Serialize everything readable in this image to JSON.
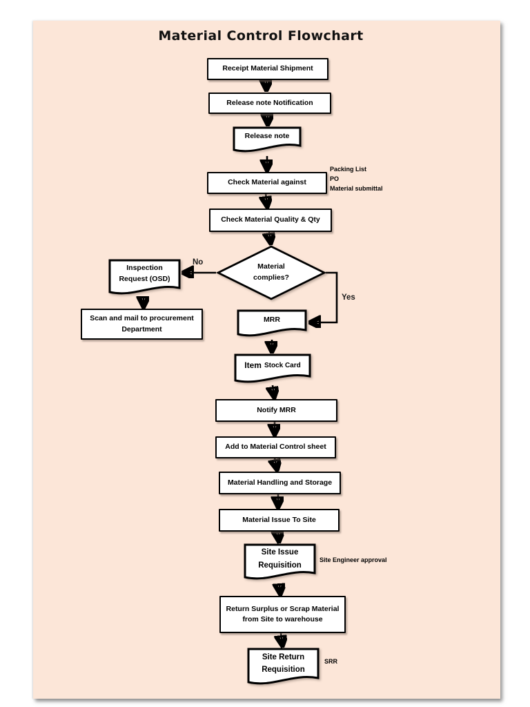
{
  "page": {
    "title": "Material Control Flowchart",
    "colors": {
      "sheet_bg": "#fce6d8",
      "shape_fill": "#ffffff",
      "line": "#000000"
    }
  },
  "nodes": {
    "receipt": {
      "type": "process",
      "label": "Receipt Material Shipment"
    },
    "release_notification": {
      "type": "process",
      "label": "Release note Notification"
    },
    "release_note": {
      "type": "document",
      "label": "Release note"
    },
    "check_against": {
      "type": "process",
      "label": "Check Material against"
    },
    "check_quality": {
      "type": "process",
      "label": "Check Material Quality & Qty"
    },
    "complies": {
      "type": "decision",
      "line1": "Material",
      "line2": "complies?"
    },
    "inspection": {
      "type": "document",
      "line1": "Inspection",
      "line2": "Request (OSD)"
    },
    "scan_mail": {
      "type": "process",
      "line1": "Scan and mail to procurement",
      "line2": "Department"
    },
    "mrr": {
      "type": "document",
      "label": "MRR"
    },
    "item_stock": {
      "type": "document",
      "part1": "Item",
      "part2": "Stock Card"
    },
    "notify": {
      "type": "process",
      "label": "Notify MRR"
    },
    "add_sheet": {
      "type": "process",
      "label": "Add to Material Control sheet"
    },
    "handling": {
      "type": "process",
      "label": "Material Handling and Storage"
    },
    "issue_site": {
      "type": "process",
      "label": "Material Issue To Site"
    },
    "site_issue": {
      "type": "document",
      "line1": "Site Issue",
      "line2": "Requisition"
    },
    "return_surplus": {
      "type": "process",
      "line1": "Return Surplus or Scrap Material",
      "line2": "from Site to warehouse"
    },
    "site_return": {
      "type": "document",
      "line1": "Site Return",
      "line2": "Requisition"
    }
  },
  "annotations": {
    "packing_list": "Packing List",
    "po": "PO",
    "material_submittal": "Material submittal",
    "site_engineer": "Site Engineer approval",
    "srr": "SRR",
    "no": "No",
    "yes": "Yes"
  }
}
